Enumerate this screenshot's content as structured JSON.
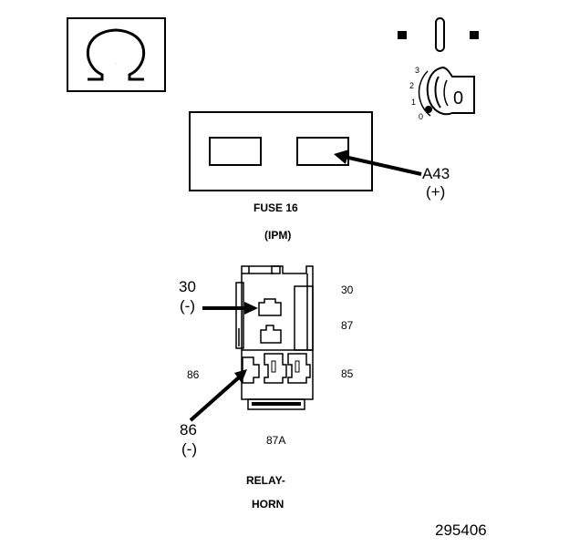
{
  "ohm_symbol": "Ω",
  "ignition": {
    "positions": [
      "3",
      "2",
      "1",
      "0"
    ],
    "key_label": "0"
  },
  "fuse": {
    "terminal_label": "A43",
    "terminal_polarity": "(+)",
    "title": "FUSE 16",
    "subtitle": "(IPM)"
  },
  "relay": {
    "left_top_label": "30",
    "left_top_polarity": "(-)",
    "left_bottom_label": "86",
    "left_bottom_polarity": "(-)",
    "pin_86": "86",
    "pin_30": "30",
    "pin_87": "87",
    "pin_85": "85",
    "pin_87a": "87A",
    "title": "RELAY-",
    "subtitle": "HORN"
  },
  "figure_id": "295406",
  "colors": {
    "ink": "#000000",
    "paper": "#ffffff"
  }
}
